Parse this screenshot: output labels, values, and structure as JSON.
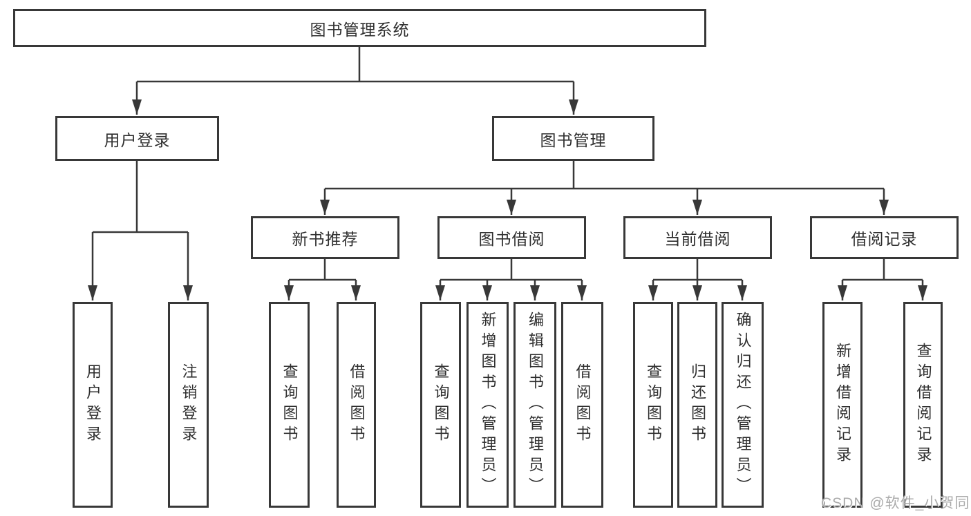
{
  "diagram": {
    "root": "图书管理系统",
    "level1": {
      "user": "用户登录",
      "book": "图书管理"
    },
    "level2": {
      "newbook": "新书推荐",
      "borrow": "图书借阅",
      "current": "当前借阅",
      "records": "借阅记录"
    },
    "leaf": {
      "user_login": "用户登录",
      "logout": "注销登录",
      "nb_query": "查询图书",
      "nb_borrow": "借阅图书",
      "bb_query": "查询图书",
      "bb_add": "新增图书（管理员）",
      "bb_edit": "编辑图书（管理员）",
      "bb_borrow": "借阅图书",
      "cb_query": "查询图书",
      "cb_return": "归还图书",
      "cb_confirm": "确认归还（管理员）",
      "br_add": "新增借阅记录",
      "br_query": "查询借阅记录"
    },
    "watermark": "CSDN @软件_小贺同学",
    "colors": {
      "line": "#383838",
      "text": "#2f2f2f",
      "watermark": "#ababab",
      "background": "#ffffff"
    }
  }
}
